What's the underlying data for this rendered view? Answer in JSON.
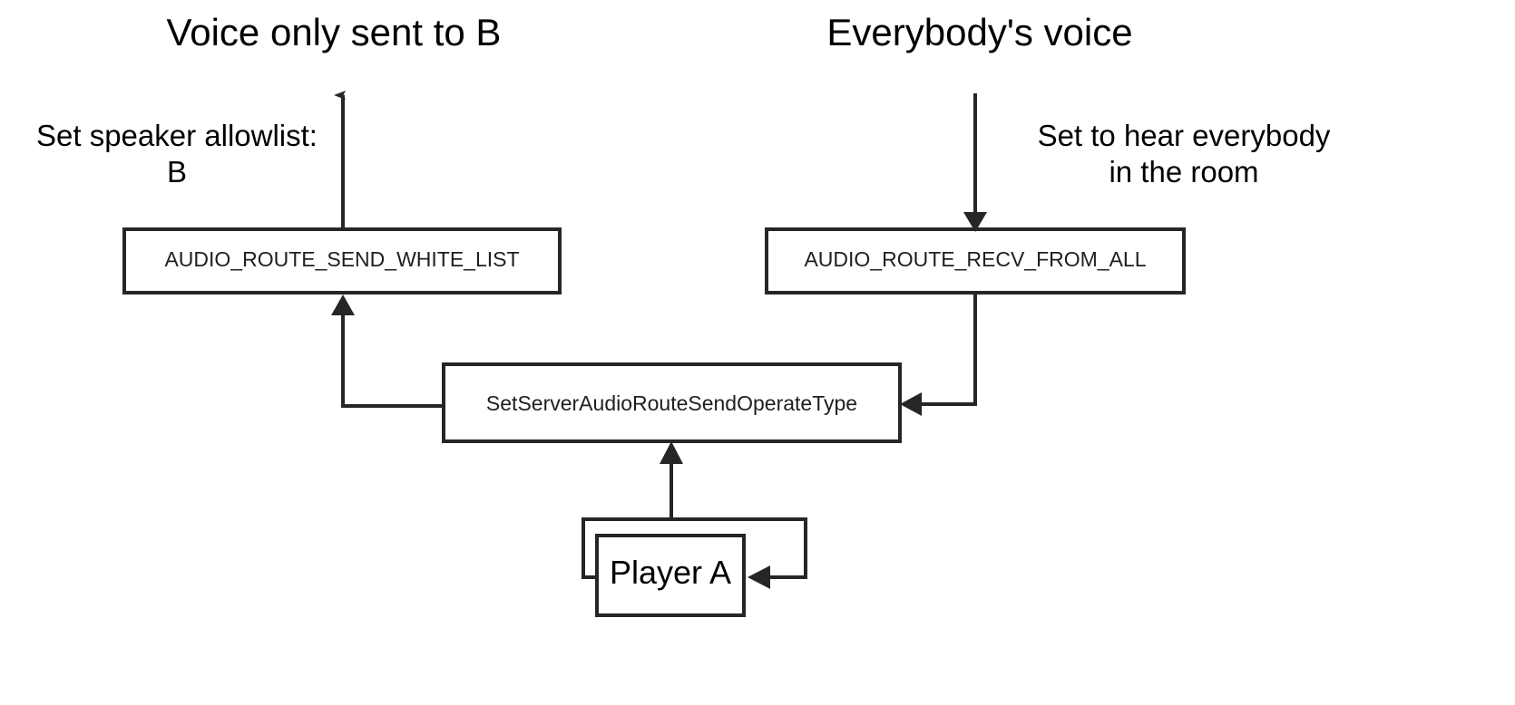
{
  "diagram": {
    "title": "Audio route configuration for Player A",
    "stroke_color": "#262626",
    "text_color": "#000000",
    "box_text_color": "#1f1f1f",
    "background": "#ffffff"
  },
  "annotations": {
    "voice_only_sent_to_b": "Voice only sent to B",
    "everybody_voice": "Everybody's voice",
    "set_speaker_allowlist": "Set speaker allowlist:\nB",
    "set_to_hear_everybody": "Set to hear everybody\nin the room"
  },
  "boxes": {
    "send_white_list": "AUDIO_ROUTE_SEND_WHITE_LIST",
    "recv_from_all": "AUDIO_ROUTE_RECV_FROM_ALL",
    "set_server_operate_type": "SetServerAudioRouteSendOperateType",
    "player_a": "Player A"
  },
  "connectors": [
    {
      "name": "send-white-list-to-voice-out",
      "from": "send_white_list",
      "to": "voice_only_sent_to_b",
      "direction": "up"
    },
    {
      "name": "everybody-voice-to-recv-from-all",
      "from": "everybody_voice",
      "to": "recv_from_all",
      "direction": "down"
    },
    {
      "name": "set-server-to-send-white-list",
      "from": "set_server_operate_type",
      "to": "send_white_list",
      "direction": "up"
    },
    {
      "name": "recv-from-all-to-set-server",
      "from": "recv_from_all",
      "to": "set_server_operate_type",
      "direction": "left"
    },
    {
      "name": "player-a-to-set-server",
      "from": "player_a",
      "to": "set_server_operate_type",
      "direction": "up"
    },
    {
      "name": "player-a-self-loop",
      "from": "player_a",
      "to": "player_a",
      "direction": "left"
    }
  ]
}
